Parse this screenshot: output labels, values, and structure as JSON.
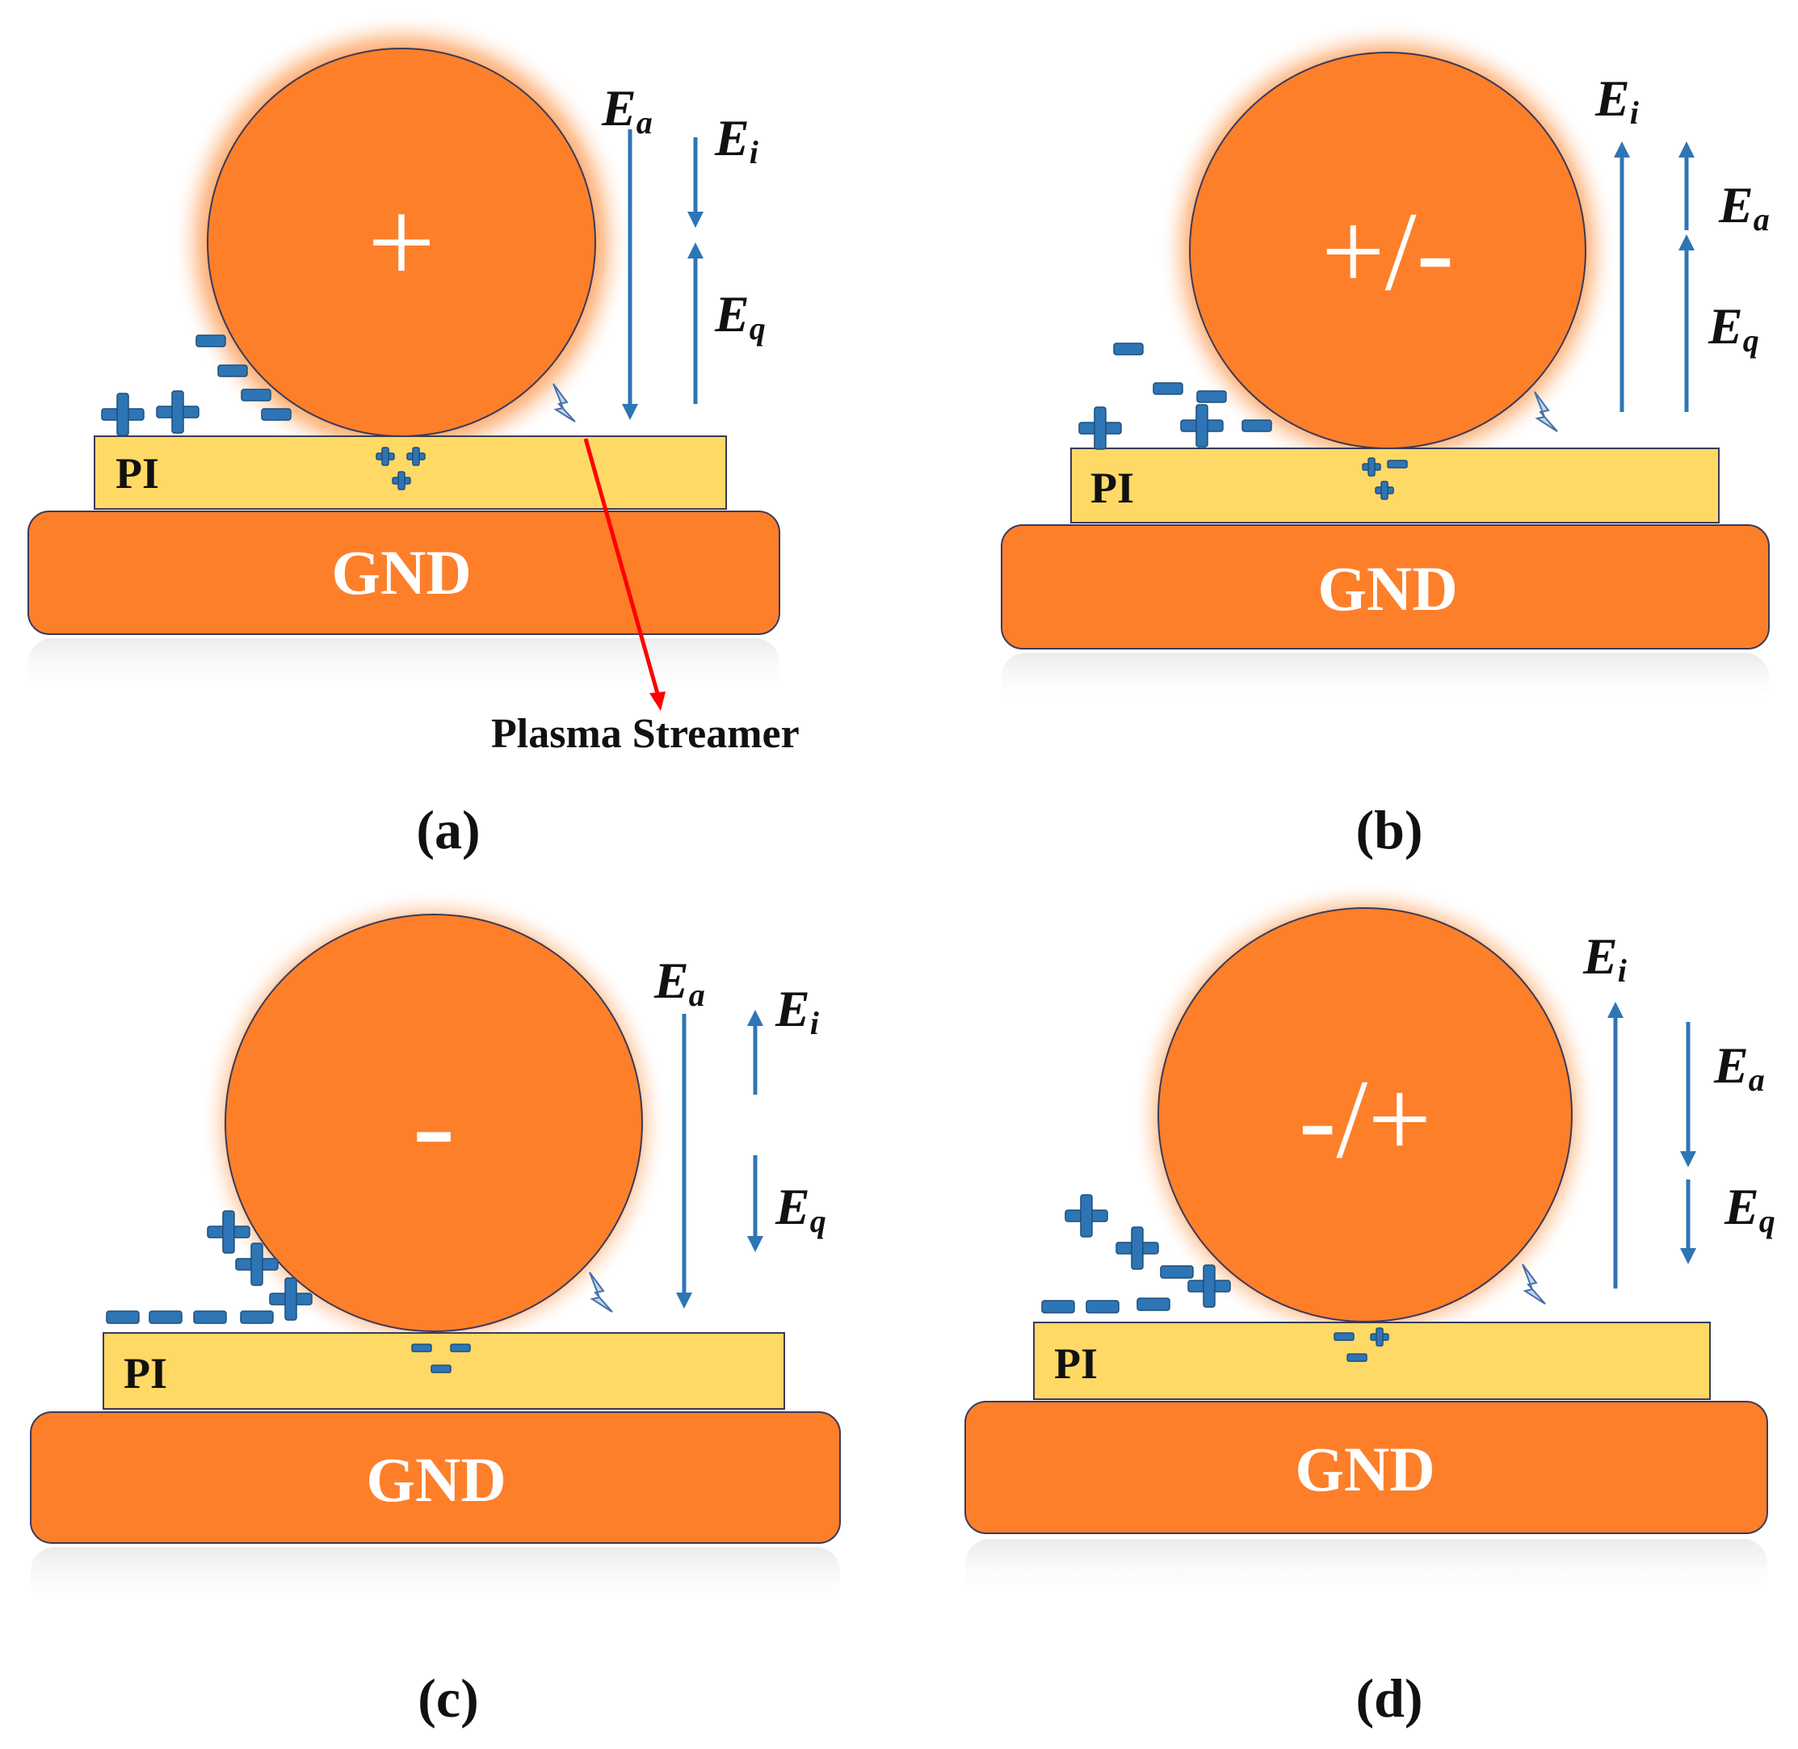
{
  "colors": {
    "electrode": "#fd7f2a",
    "electrode_stroke": "#3a3a5a",
    "pi_layer": "#ffd966",
    "charge": "#2e75b6",
    "field_arrow": "#2e75b6",
    "streamer": "#ff0000",
    "spark": "#bdd7ee",
    "text_dark": "#111111",
    "text_light": "#ffffff"
  },
  "common": {
    "gnd_label": "GND",
    "pi_label": "PI",
    "field_symbol": "E",
    "sub_a": "a",
    "sub_i": "i",
    "sub_q": "q"
  },
  "panels": [
    {
      "id": "a",
      "caption": "(a)",
      "electrode_sign": "+"
    },
    {
      "id": "b",
      "caption": "(b)",
      "electrode_sign": "+/-"
    },
    {
      "id": "c",
      "caption": "(c)",
      "electrode_sign": "-"
    },
    {
      "id": "d",
      "caption": "(d)",
      "electrode_sign": "-/+"
    }
  ],
  "annotations": {
    "plasma_streamer": "Plasma Streamer"
  },
  "icons": [
    "spark-icon",
    "plus-charge-icon",
    "minus-charge-icon"
  ]
}
